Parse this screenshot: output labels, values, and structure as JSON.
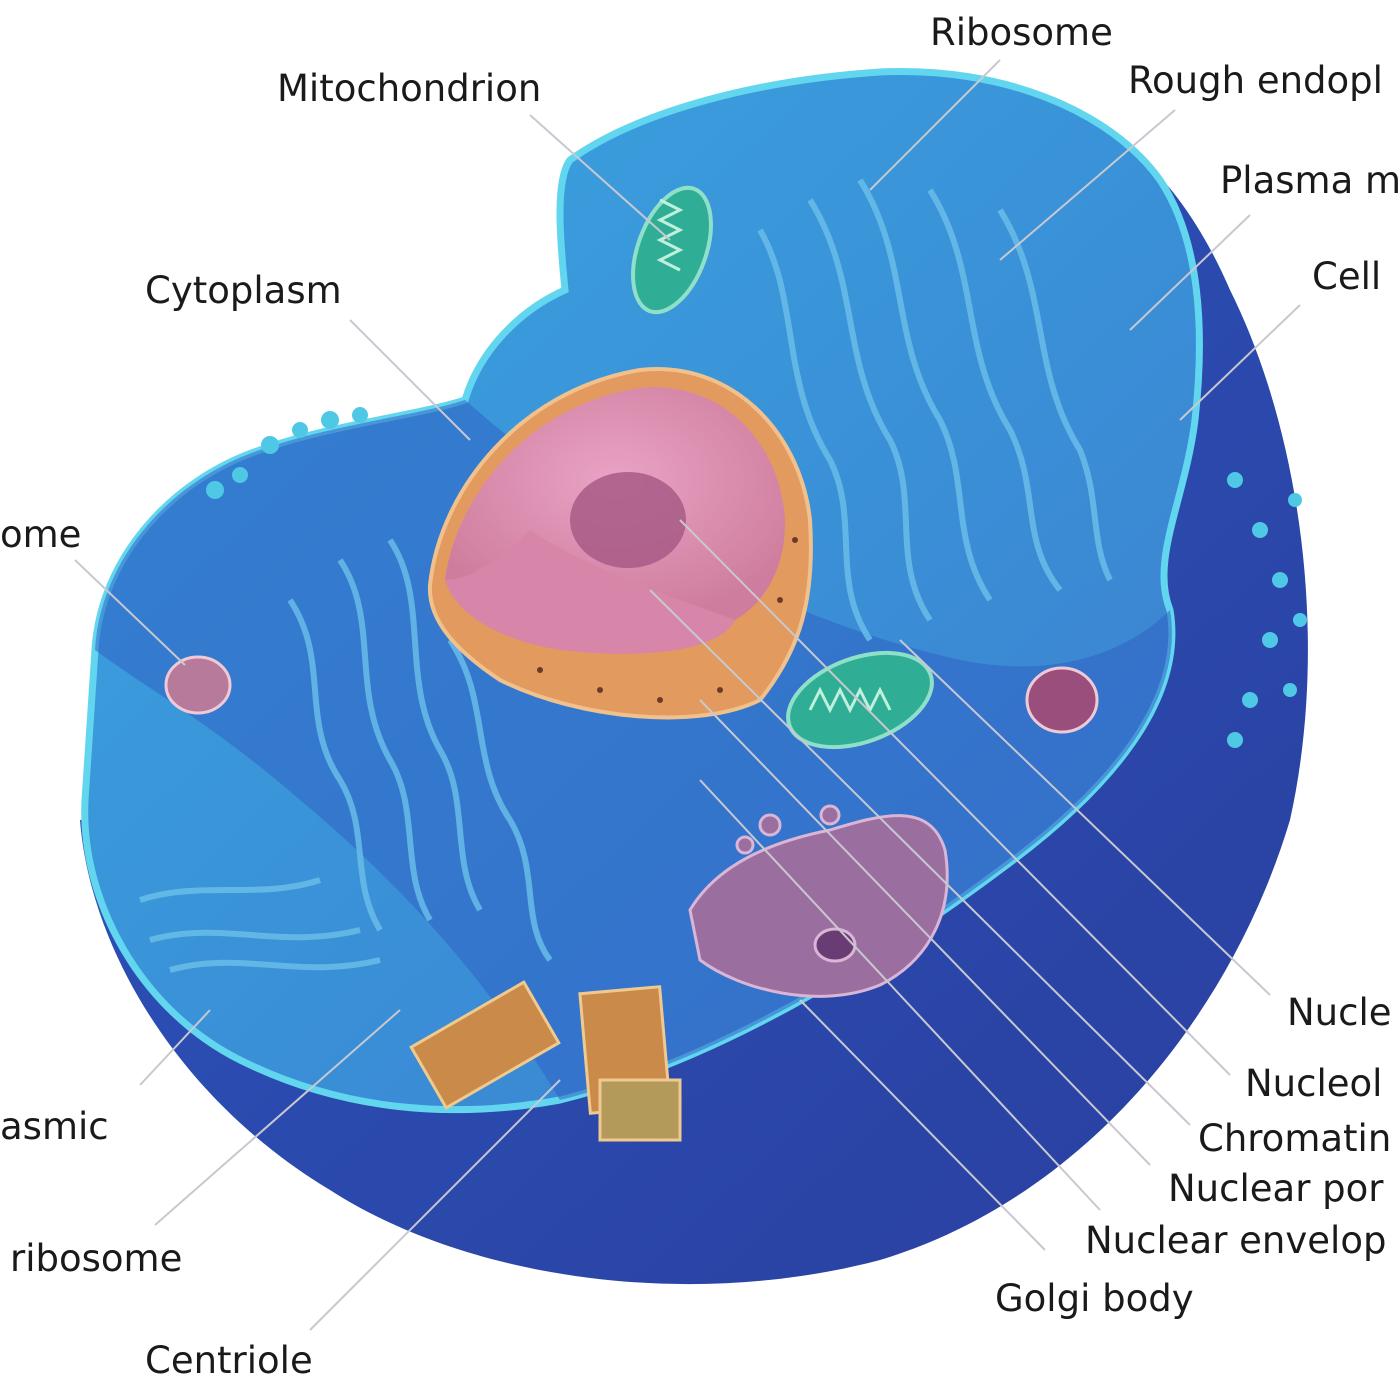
{
  "title": "Animal cell diagram",
  "labels": {
    "ribosome_top": "Ribosome",
    "rough_er": "Rough endopl",
    "plasma_membrane": "Plasma m",
    "cell": "Cell",
    "mitochondrion": "Mitochondrion",
    "cytoplasm": "Cytoplasm",
    "lysosome": "ome",
    "smooth_er": "asmic",
    "free_ribosome": "ribosome",
    "centriole": "Centriole",
    "golgi": "Golgi body",
    "nuclear_envelope": "Nuclear envelop",
    "nuclear_pore": "Nuclear por",
    "chromatin": "Chromatin",
    "nucleolus": "Nucleol",
    "nucleus": "Nucle"
  },
  "colors": {
    "body": "#2f4fb0",
    "surface": "#3fa9dd",
    "rim": "#5fd8ee",
    "nucleus": "#d98aa8",
    "envelope": "#e39a5e",
    "mitochondrion": "#2fae95",
    "golgi": "#9a6e9e",
    "centriole": "#c98a4a"
  }
}
